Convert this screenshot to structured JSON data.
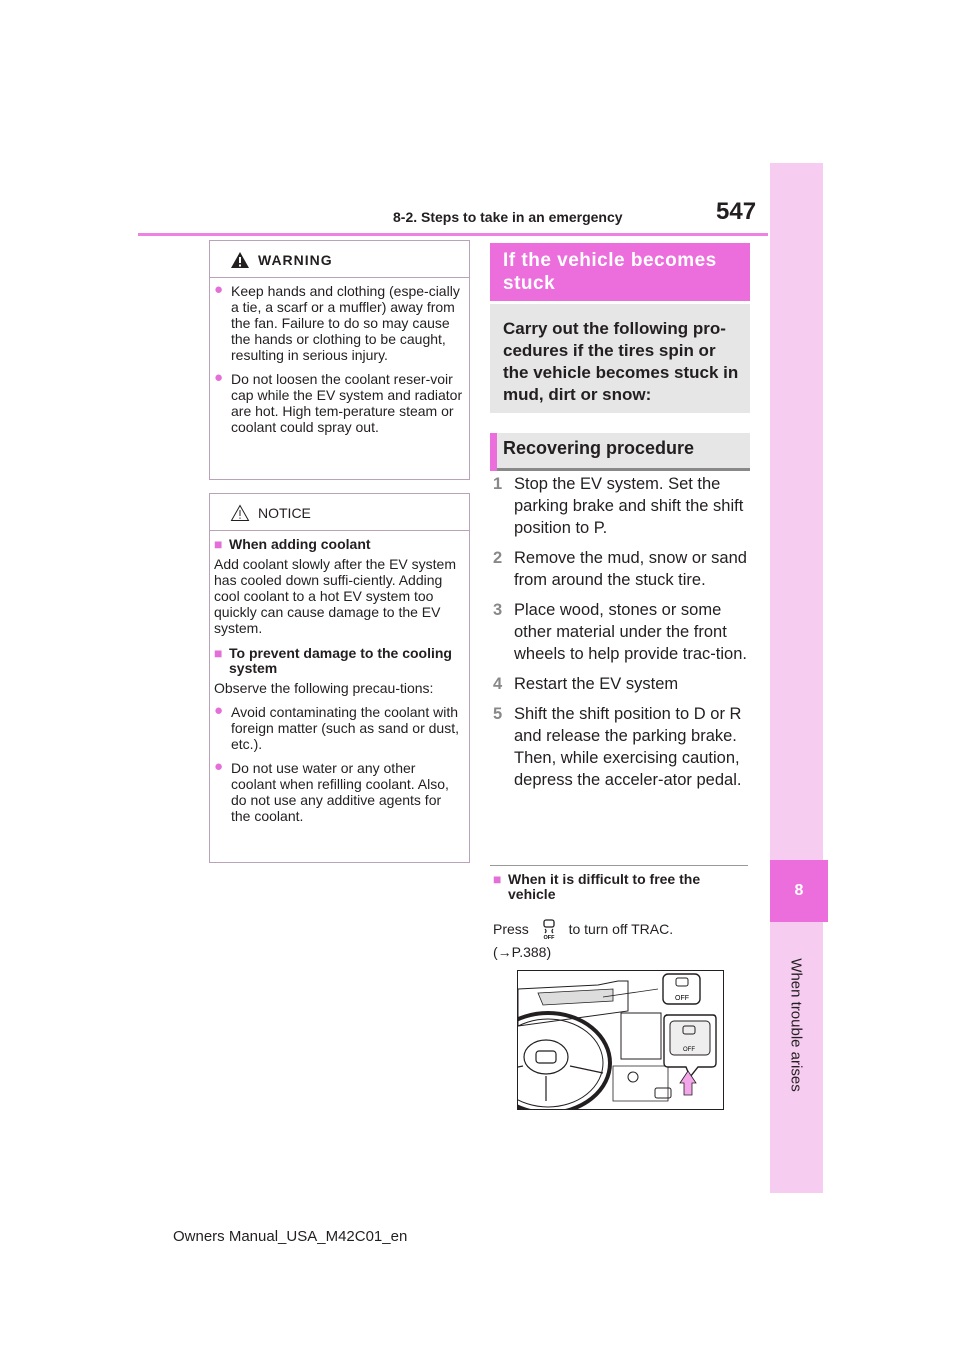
{
  "header": {
    "section": "8-2. Steps to take in an emergency",
    "page_number": "547"
  },
  "side_tab": {
    "chapter_number": "8",
    "chapter_title": "When trouble arises"
  },
  "warning": {
    "title": "WARNING",
    "items": [
      "Keep hands and clothing (espe-cially a tie, a scarf or a muffler) away from the fan. Failure to do so may cause the hands or clothing to be caught, resulting in serious injury.",
      "Do not loosen the coolant reser-voir cap while the EV system and radiator are hot. High tem-perature steam or coolant could spray out."
    ]
  },
  "notice": {
    "title": "NOTICE",
    "section1_title": "When adding coolant",
    "section1_text": "Add coolant slowly after the EV system has cooled down suffi-ciently. Adding cool coolant to a hot EV system too quickly can cause damage to the EV system.",
    "section2_title": "To prevent damage to the cooling system",
    "section2_text": "Observe the following precau-tions:",
    "items": [
      "Avoid contaminating the coolant with foreign matter (such as sand or dust, etc.).",
      "Do not use water or any other coolant when refilling coolant. Also, do not use any additive agents for the coolant."
    ]
  },
  "stuck": {
    "banner": "If the vehicle becomes stuck",
    "intro": "Carry out the following pro-cedures if the tires spin or the vehicle becomes stuck in mud, dirt or snow:",
    "procedure_title": "Recovering procedure",
    "steps": [
      {
        "n": "1",
        "text": "Stop the EV system. Set the parking brake and shift the shift position to P."
      },
      {
        "n": "2",
        "text": "Remove the mud, snow or sand from around the stuck tire."
      },
      {
        "n": "3",
        "text": "Place wood, stones or some other material under the front wheels to help provide trac-tion."
      },
      {
        "n": "4",
        "text": "Restart the EV system"
      },
      {
        "n": "5",
        "text": "Shift the shift position to D or R and release the parking brake. Then, while exercising caution, depress the acceler-ator pedal."
      }
    ],
    "difficult_title": "When it is difficult to free the vehicle",
    "press_before": "Press",
    "press_after": "to turn off TRAC.",
    "reference": "(→P.388)",
    "icon_label": "OFF"
  },
  "footer": "Owners Manual_USA_M42C01_en",
  "colors": {
    "accent_pink": "#ec6edd",
    "bullet_pink": "#e46fd9",
    "side_strip": "#f6cdf0",
    "grey_box": "#e6e6e6"
  }
}
